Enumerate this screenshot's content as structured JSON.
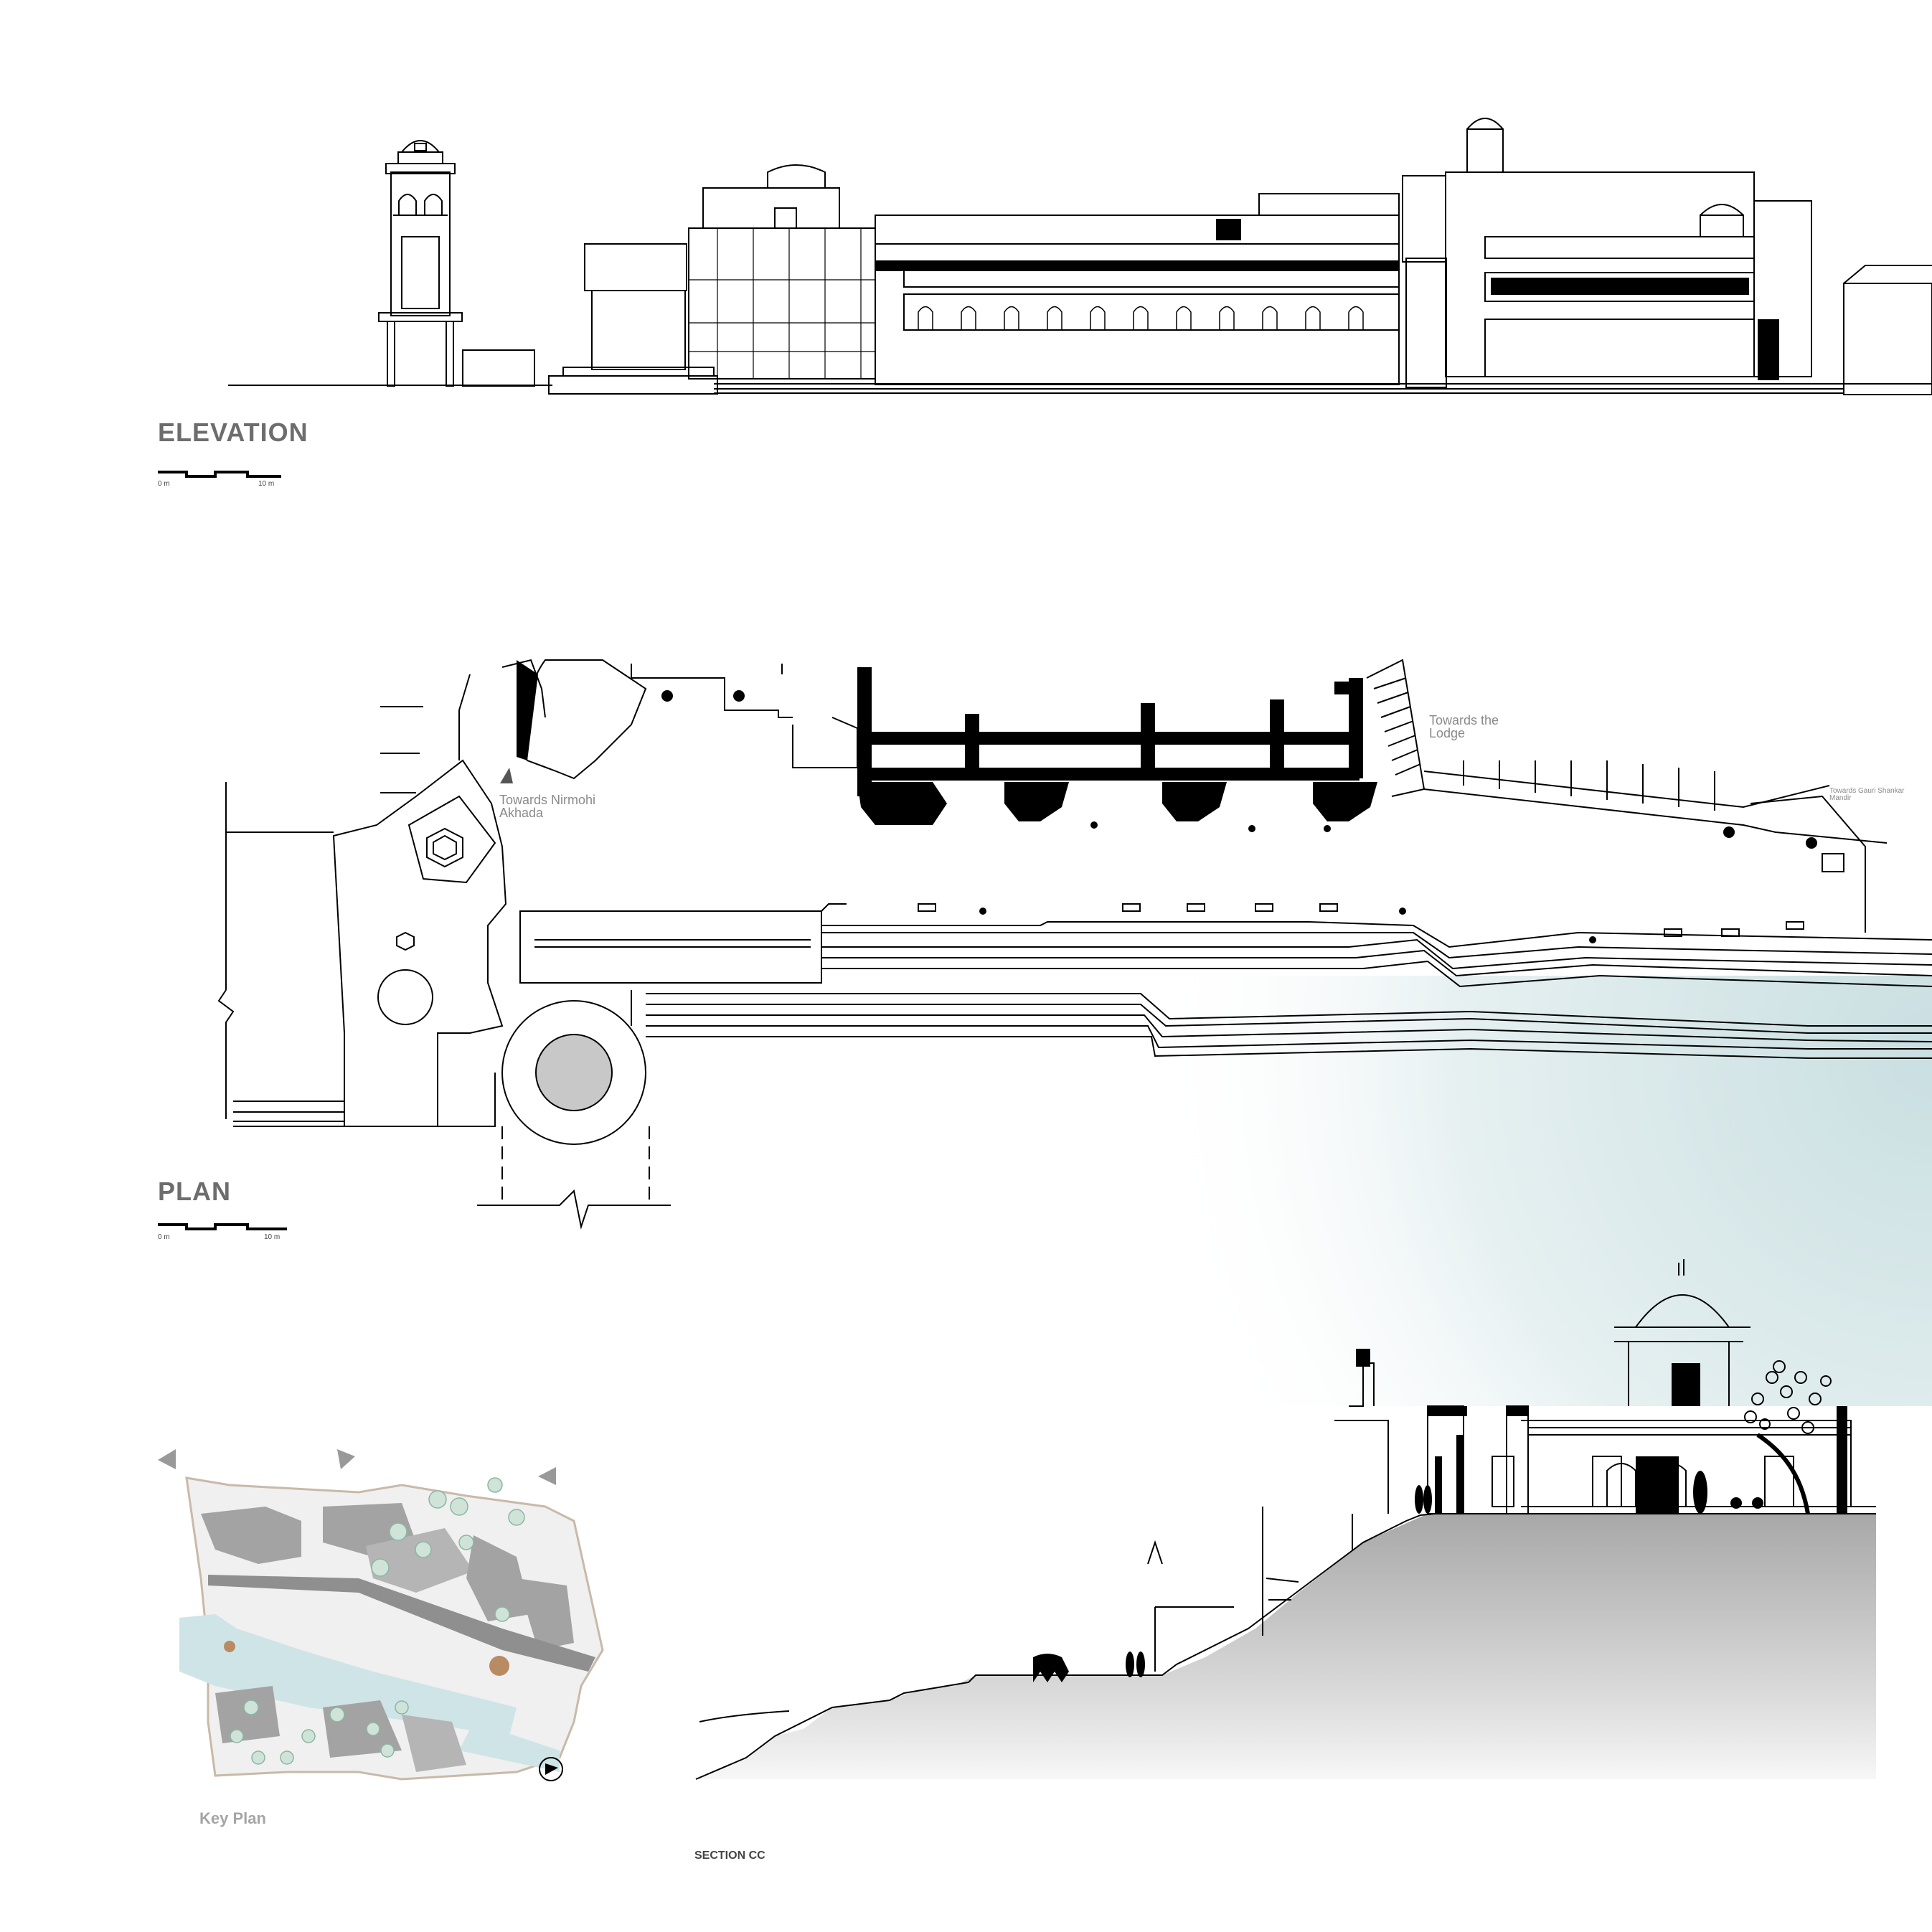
{
  "elevation": {
    "title": "ELEVATION",
    "scale": {
      "start": "0 m",
      "end": "10 m"
    }
  },
  "plan": {
    "title": "PLAN",
    "scale": {
      "start": "0 m",
      "end": "10 m"
    },
    "annotations": {
      "nirmohi_line1": "Towards Nirmohi",
      "nirmohi_line2": "Akhada",
      "lodge_line1": "Towards the",
      "lodge_line2": "Lodge",
      "gauri_line1": "Towards Gauri Shankar",
      "gauri_line2": "Mandir"
    }
  },
  "key_plan": {
    "title": "Key Plan"
  },
  "section": {
    "title": "SECTION CC"
  },
  "colors": {
    "line": "#000000",
    "label": "#6d6d6d",
    "water": "#cfe4e6",
    "ground": "#c4c4c4"
  }
}
